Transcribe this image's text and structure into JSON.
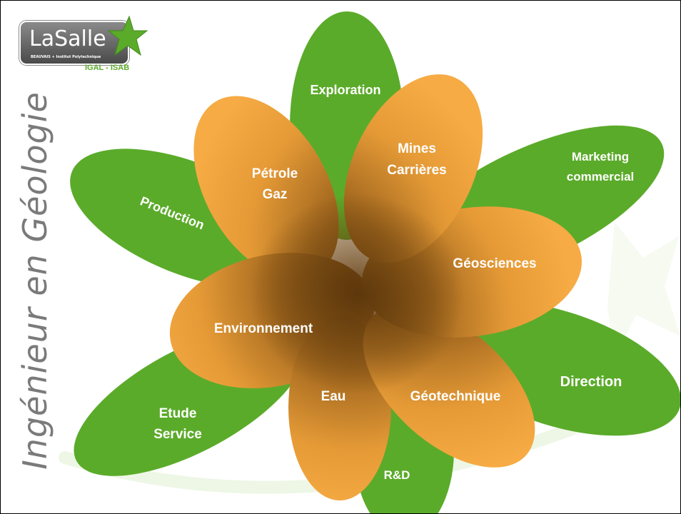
{
  "side_title": "Ingénieur en Géologie",
  "logo": {
    "name": "LaSalle",
    "subtitle": "BEAUVAIS + Institut Polytechnique",
    "tagline": "IGAL - ISAB"
  },
  "colors": {
    "green": "#5bab2a",
    "orange": "#f4a63d",
    "center": "#6e4410"
  },
  "outer_petals": {
    "exploration": "Exploration",
    "marketing_line1": "Marketing",
    "marketing_line2": "commercial",
    "production": "Production",
    "direction": "Direction",
    "etude_line1": "Etude",
    "etude_line2": "Service",
    "rd": "R&D"
  },
  "inner_petals": {
    "petrole_line1": "Pétrole",
    "petrole_line2": "Gaz",
    "mines_line1": "Mines",
    "mines_line2": "Carrières",
    "geosciences": "Géosciences",
    "environnement": "Environnement",
    "eau": "Eau",
    "geotechnique": "Géotechnique"
  }
}
